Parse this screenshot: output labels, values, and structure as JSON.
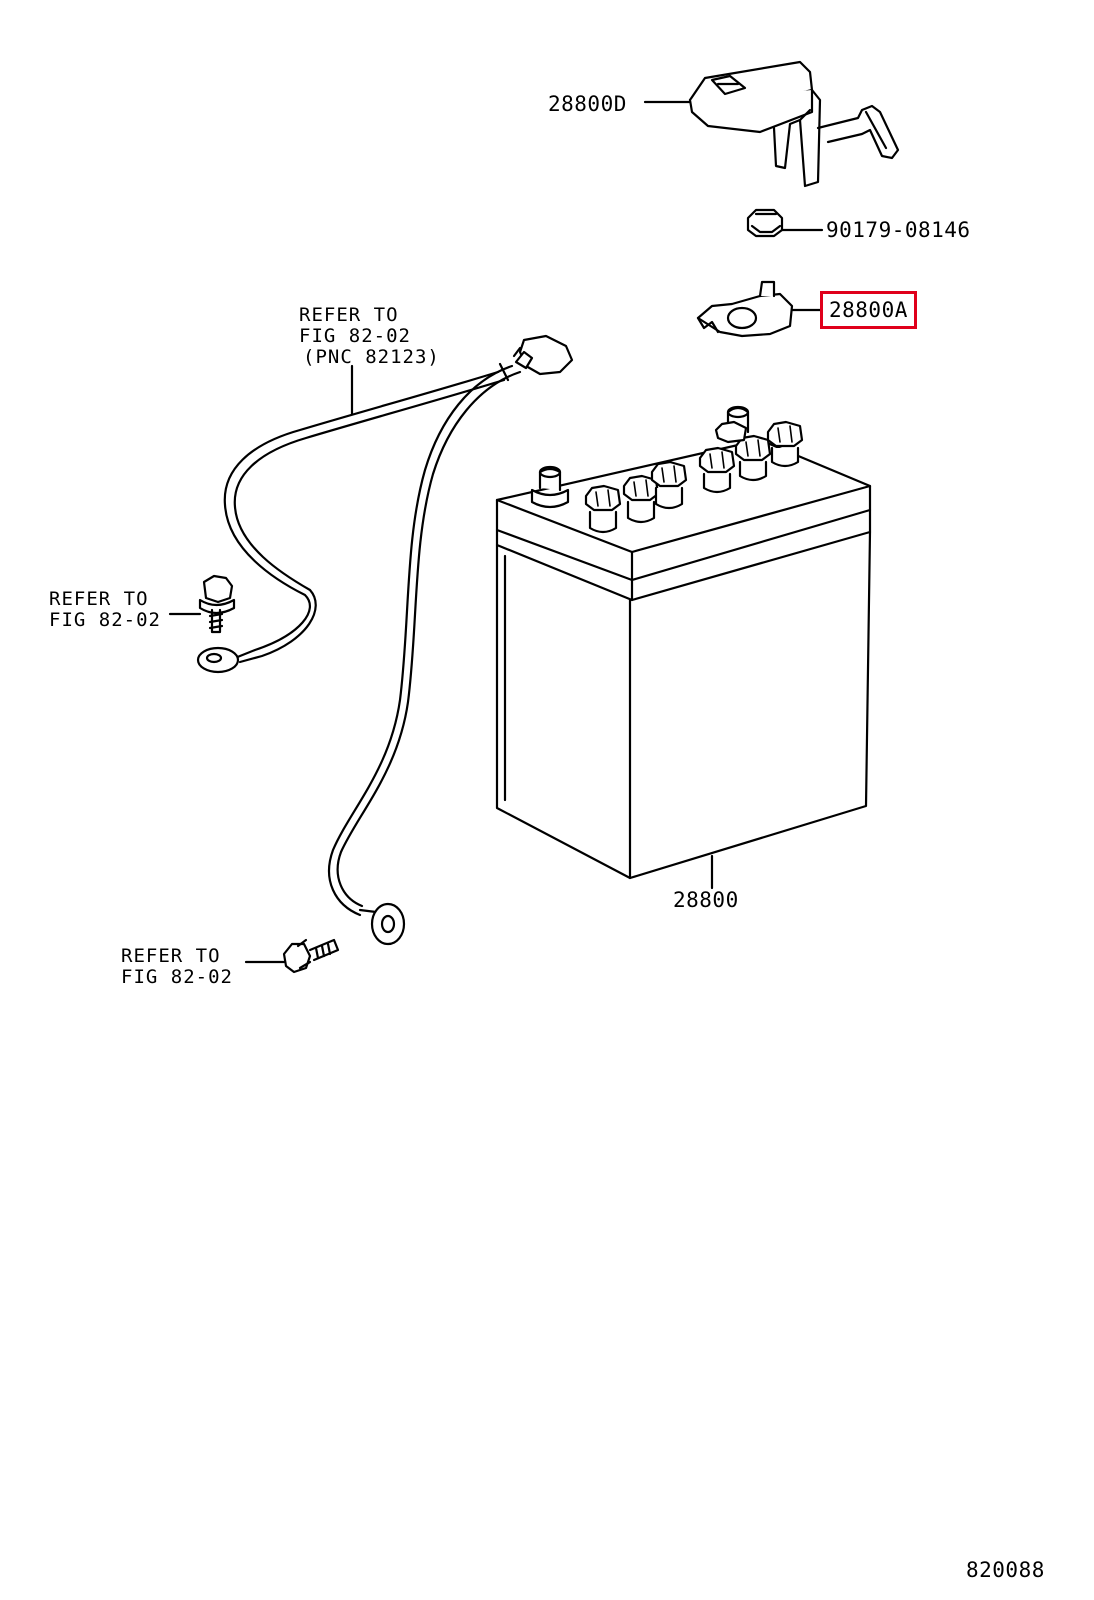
{
  "figure_number": "820088",
  "parts": {
    "cover": "28800D",
    "nut": "90179-08146",
    "terminal": "28800A",
    "battery": "28800"
  },
  "highlight": {
    "part": "28800A",
    "color": "#e0001b"
  },
  "references": {
    "cable": {
      "line1": "REFER TO",
      "line2": "FIG 82-02",
      "line3": "(PNC 82123)"
    },
    "upper_bolt": {
      "line1": "REFER TO",
      "line2": "FIG 82-02"
    },
    "lower_bolt": {
      "line1": "REFER TO",
      "line2": "FIG 82-02"
    }
  }
}
